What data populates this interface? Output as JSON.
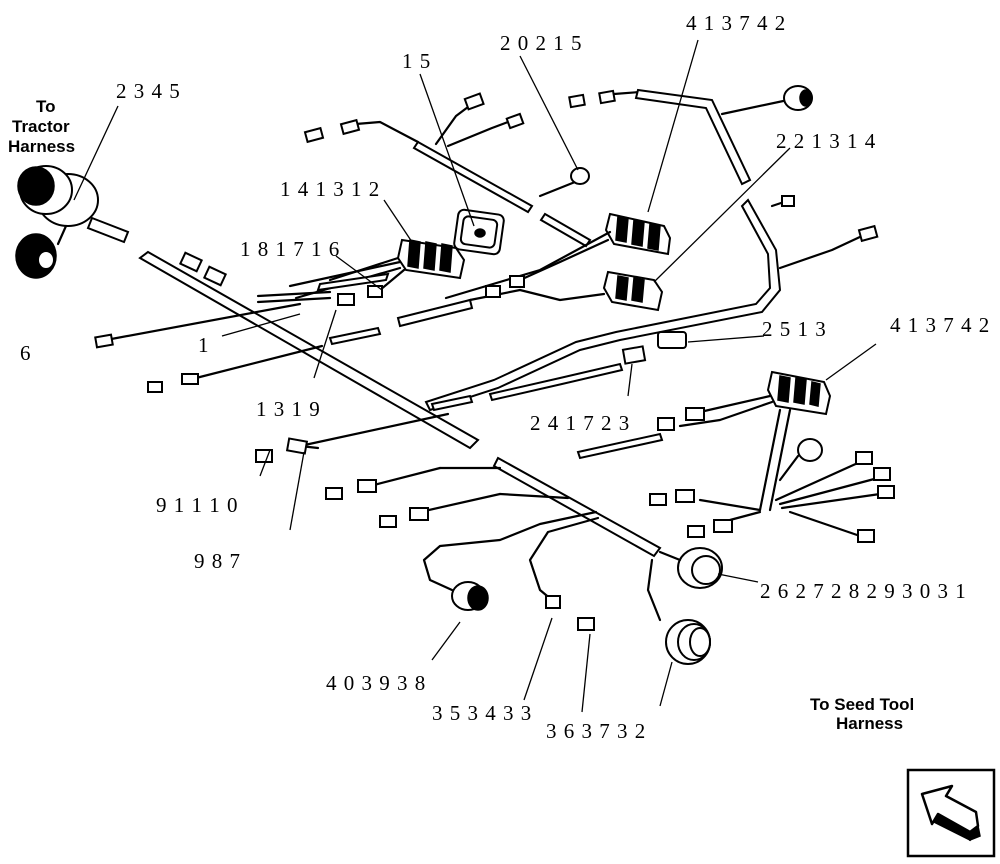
{
  "harness_labels": {
    "tractor_line1": "To",
    "tractor_line2": "Tractor",
    "tractor_line3": "Harness",
    "seed_line1": "To Seed Tool",
    "seed_line2": "Harness"
  },
  "callouts": [
    {
      "id": "c-2345",
      "text": "2 3 4 5"
    },
    {
      "id": "c-15",
      "text": "1 5"
    },
    {
      "id": "c-20215",
      "text": "2 0 2 1 5"
    },
    {
      "id": "c-413742a",
      "text": "4 1 3 7 4 2"
    },
    {
      "id": "c-2213",
      "text": "2 2 1 3 1 4"
    },
    {
      "id": "c-141312",
      "text": "1 4 1 3 1 2"
    },
    {
      "id": "c-181716",
      "text": "1 8 1 7 1 6"
    },
    {
      "id": "c-6",
      "text": "6"
    },
    {
      "id": "c-1",
      "text": "1"
    },
    {
      "id": "c-1319",
      "text": "1 3 1 9"
    },
    {
      "id": "c-2513",
      "text": "2 5 1 3"
    },
    {
      "id": "c-413742b",
      "text": "4 1 3 7 4 2"
    },
    {
      "id": "c-241723",
      "text": "2 4 1 7 2 3"
    },
    {
      "id": "c-911110",
      "text": "9 1 1 1 0"
    },
    {
      "id": "c-987",
      "text": "9 8 7"
    },
    {
      "id": "c-262728",
      "text": "2 6 2 7 2 8 2 9 3 0 3 1"
    },
    {
      "id": "c-403938",
      "text": "4 0 3 9 3 8"
    },
    {
      "id": "c-353433",
      "text": "3 5 3 4 3 3"
    },
    {
      "id": "c-363732",
      "text": "3 6 3 7 3 2"
    }
  ],
  "icons": {
    "return": "return-arrow-icon"
  }
}
